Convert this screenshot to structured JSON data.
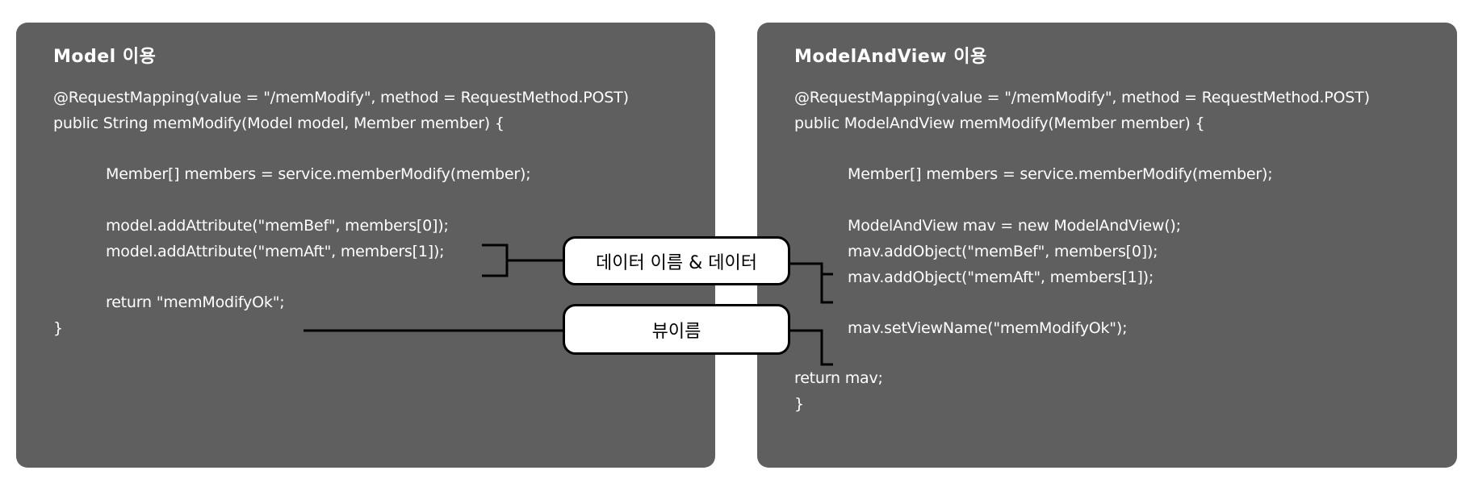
{
  "left_panel": {
    "title": "Model 이용",
    "lines": [
      "@RequestMapping(value = \"/memModify\", method = RequestMethod.POST)",
      "public String memModify(Model model, Member member) {",
      "Member[] members = service.memberModify(member);",
      "model.addAttribute(\"memBef\", members[0]);",
      "model.addAttribute(\"memAft\", members[1]);",
      "return \"memModifyOk\";",
      "}"
    ]
  },
  "right_panel": {
    "title": "ModelAndView 이용",
    "lines": [
      "@RequestMapping(value = \"/memModify\", method = RequestMethod.POST)",
      "public ModelAndView memModify(Member member) {",
      "Member[] members = service.memberModify(member);",
      "ModelAndView mav = new ModelAndView();",
      "mav.addObject(\"memBef\", members[0]);",
      "mav.addObject(\"memAft\", members[1]);",
      "mav.setViewName(\"memModifyOk\");",
      "return mav;",
      "}"
    ]
  },
  "labels": {
    "data_label": "데이터 이름 & 데이터",
    "view_label": "뷰이름"
  },
  "colors": {
    "panel_bg": "#5f5f5f",
    "code_text": "#ffffff",
    "connector": "#000000"
  }
}
